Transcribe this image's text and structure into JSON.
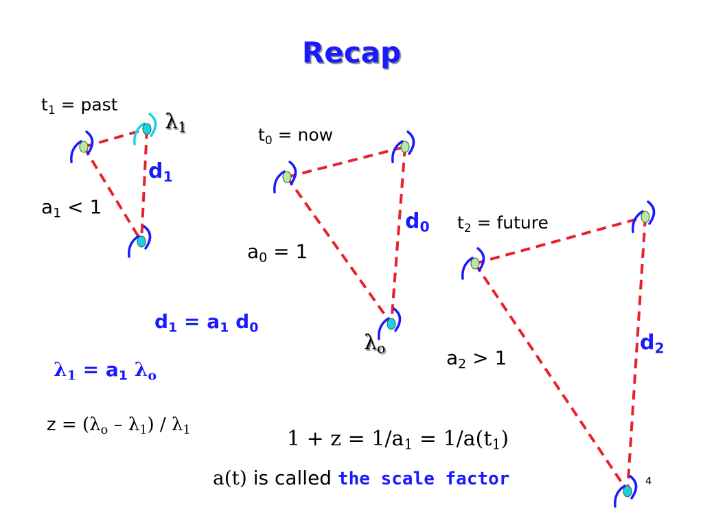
{
  "title": "Recap",
  "page_number": "4",
  "diagrams": {
    "past": {
      "time_label": {
        "prefix": "t",
        "sub": "1",
        "suffix": " = past"
      },
      "lambda_label": {
        "symbol": "λ",
        "sub": "1"
      },
      "distance_label": {
        "symbol": "d",
        "sub": "1"
      },
      "scale_label": {
        "prefix": "a",
        "sub": "1",
        "suffix": " < 1"
      }
    },
    "now": {
      "time_label": {
        "prefix": "t",
        "sub": "0",
        "suffix": " = now"
      },
      "lambda_label": {
        "symbol": "λ",
        "sub": "o"
      },
      "distance_label": {
        "symbol": "d",
        "sub": "0"
      },
      "scale_label": {
        "prefix": "a",
        "sub": "0",
        "suffix": " = 1"
      }
    },
    "future": {
      "time_label": {
        "prefix": "t",
        "sub": "2",
        "suffix": " = future"
      },
      "distance_label": {
        "symbol": "d",
        "sub": "2"
      },
      "scale_label": {
        "prefix": "a",
        "sub": "2",
        "suffix": " > 1"
      }
    }
  },
  "equations": {
    "distance": {
      "d": "d",
      "d_sub": "1",
      "eq": " = a",
      "a_sub": "1",
      "d0": " d",
      "d0_sub": "0"
    },
    "wavelength": {
      "l": "λ",
      "l_sub": "1",
      "eq": " = a",
      "a_sub": "1",
      "lo": " λ",
      "lo_sub": "o"
    },
    "redshift": {
      "z": "z",
      "eq": " = (λ",
      "o_sub": "o",
      "minus": " – λ",
      "one_sub": "1",
      "close": ") / λ",
      "end_sub": "1"
    },
    "one_plus_z": {
      "a": "1 + z = 1/a",
      "a_sub": "1",
      "b": " = 1/a(t",
      "t_sub": "1",
      "c": ")"
    },
    "scale_factor_prefix": "a(t)",
    "scale_factor_middle": " is called ",
    "scale_factor_term": "the scale factor"
  },
  "colors": {
    "title": "#1a1aff",
    "accent_blue": "#1a1aff",
    "dashed_line": "#e8202a",
    "galaxy_arm": "#1a1aff",
    "galaxy_arm_light": "#19d0e6",
    "galaxy_core": "#b8e8a8"
  }
}
